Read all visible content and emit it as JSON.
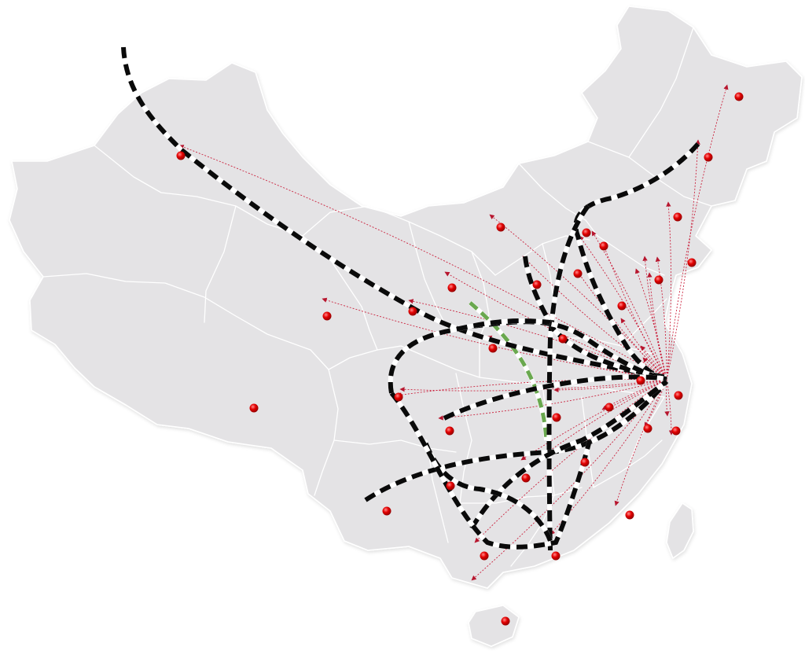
{
  "map": {
    "colors": {
      "land": "#e4e3e5",
      "borders": "#ffffff",
      "flow": "#c8102e",
      "city_dot": "#e00000",
      "rail_dash": "#0a0a0a",
      "rail_gap": "#ffffff",
      "rail_planned": "#6aa84f"
    },
    "hub": "shanghai",
    "cities": [
      "urumqi",
      "lhasa",
      "xining",
      "lanzhou",
      "yinchuan",
      "hohhot",
      "beijing",
      "tianjin",
      "shijiazhuang",
      "taiyuan",
      "xian",
      "chengdu",
      "chongqing",
      "kunming",
      "guiyang",
      "nanning",
      "guangzhou",
      "haikou",
      "changsha",
      "wuhan",
      "zhengzhou",
      "jinan",
      "qingdao",
      "dalian",
      "shenyang",
      "changchun",
      "harbin",
      "hefei",
      "nanjing",
      "hangzhou",
      "ningbo",
      "nanchang",
      "fuzhou",
      "xiamen"
    ],
    "icons": [
      "city-marker-icon",
      "arrow-head-icon"
    ]
  }
}
